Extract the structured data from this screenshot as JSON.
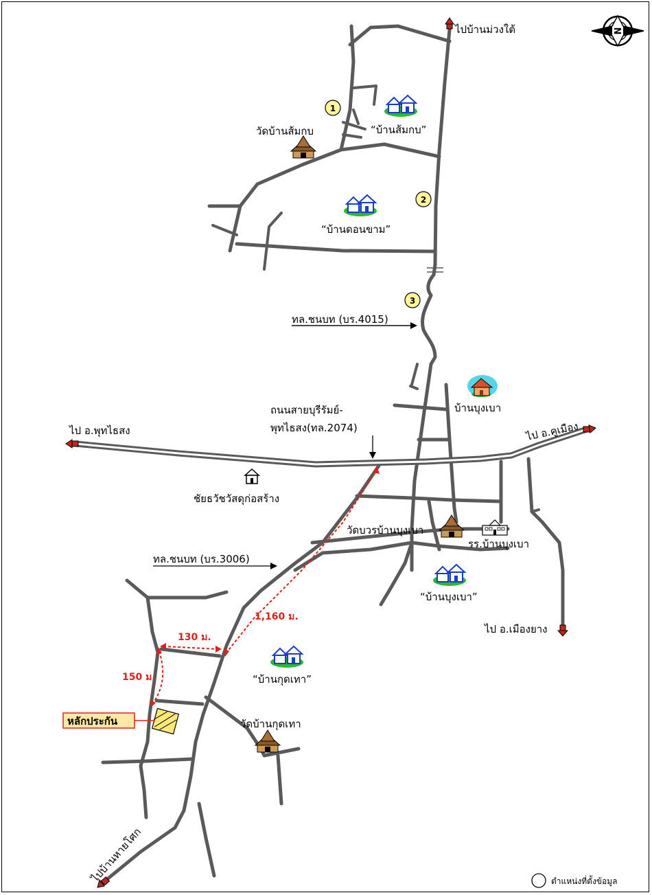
{
  "destinations": {
    "north": "ไปบ้านม่วงใต้",
    "west": "ไป อ.พุทไธสง",
    "east": "ไป อ.คูเมือง",
    "southeast": "ไป อ.เมืองยาง",
    "southwest": "ไปบ้านหายโศก"
  },
  "places": {
    "wat_somkob": "วัดบ้านส้มกบ",
    "ban_somkob": "“บ้านส้มกบ”",
    "ban_donkham": "“บ้านดอนขาม”",
    "ban_bungbao_top": "บ้านบุงเบา",
    "chaiyarat": "ชัยธวัชวัสดุก่อสร้าง",
    "wat_bungbao": "วัดบวรบ้านบุงเบา",
    "school_bungbao": "รร.บ้านบุงเบา",
    "ban_bungbao": "“บ้านบุงเบา”",
    "ban_kutthao": "“บ้านกุดเทา”",
    "wat_kutthao": "วัดบ้านกุดเทา"
  },
  "roads": {
    "road_4015": "ทล.ชนบท (บร.4015)",
    "road_2074_line1": "ถนนสายบุรีรัมย์-",
    "road_2074_line2": "พุทไธสง(ทล.2074)",
    "road_3006": "ทล.ชนบท (บร.3006)"
  },
  "distances": {
    "d1": "1,160 ม.",
    "d2": "130 ม.",
    "d3": "150 ม."
  },
  "collateral": "หลักประกัน",
  "markers": [
    "1",
    "2",
    "3"
  ],
  "legend": "ตำแหน่งที่ตั้งข้อมูล",
  "compass": "N",
  "colors": {
    "road": "#5a5a5a",
    "distance": "#e0201a",
    "marker": "#fff59d",
    "collateral_box": "#ffe8a6",
    "collateral_border": "#e0201a"
  }
}
